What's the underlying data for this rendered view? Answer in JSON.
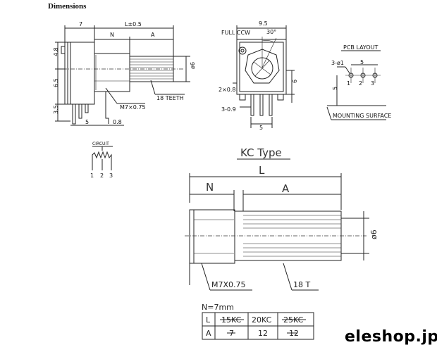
{
  "header": {
    "title": "Dimensions"
  },
  "brand": {
    "text": "eleshop.jp"
  },
  "small_drawing": {
    "dim_7": "7",
    "dim_l": "L±0.5",
    "dim_n": "N",
    "dim_a": "A",
    "dim_48": "4.8",
    "dim_65": "6.5",
    "dim_35": "3.5",
    "dim_phi6": "ø6",
    "thread": "M7×0.75",
    "teeth": "18 TEETH",
    "dim_5": "5",
    "dim_08": "0.8"
  },
  "front_view": {
    "dim_95": "9.5",
    "full_ccw": "FULL CCW",
    "angle": "30°",
    "dim_2x08": "2×0.8",
    "dim_6": "6",
    "dim_3x09": "3-0.9",
    "dim_5": "5"
  },
  "pcb_layout": {
    "title": "PCB LAYOUT",
    "holes": "3-ø1",
    "dim_5_top": "5",
    "dim_5_side": "5",
    "pin_1": "1",
    "pin_2": "2",
    "pin_3": "3",
    "surface": "MOUNTING SURFACE"
  },
  "circuit": {
    "title": "CIRCUIT",
    "pin_1": "1",
    "pin_2": "2",
    "pin_3": "3"
  },
  "kc_type": {
    "title": "KC Type",
    "dim_l": "L",
    "dim_n": "N",
    "dim_a": "A",
    "dim_phi6": "ø6",
    "thread": "M7X0.75",
    "teeth": "18 T"
  },
  "spec_table": {
    "note": "N=7mm",
    "rows": [
      {
        "label": "L",
        "c1": "15KC",
        "c2": "20KC",
        "c3": "25KC"
      },
      {
        "label": "A",
        "c1": "7",
        "c2": "12",
        "c3": "12"
      }
    ]
  }
}
